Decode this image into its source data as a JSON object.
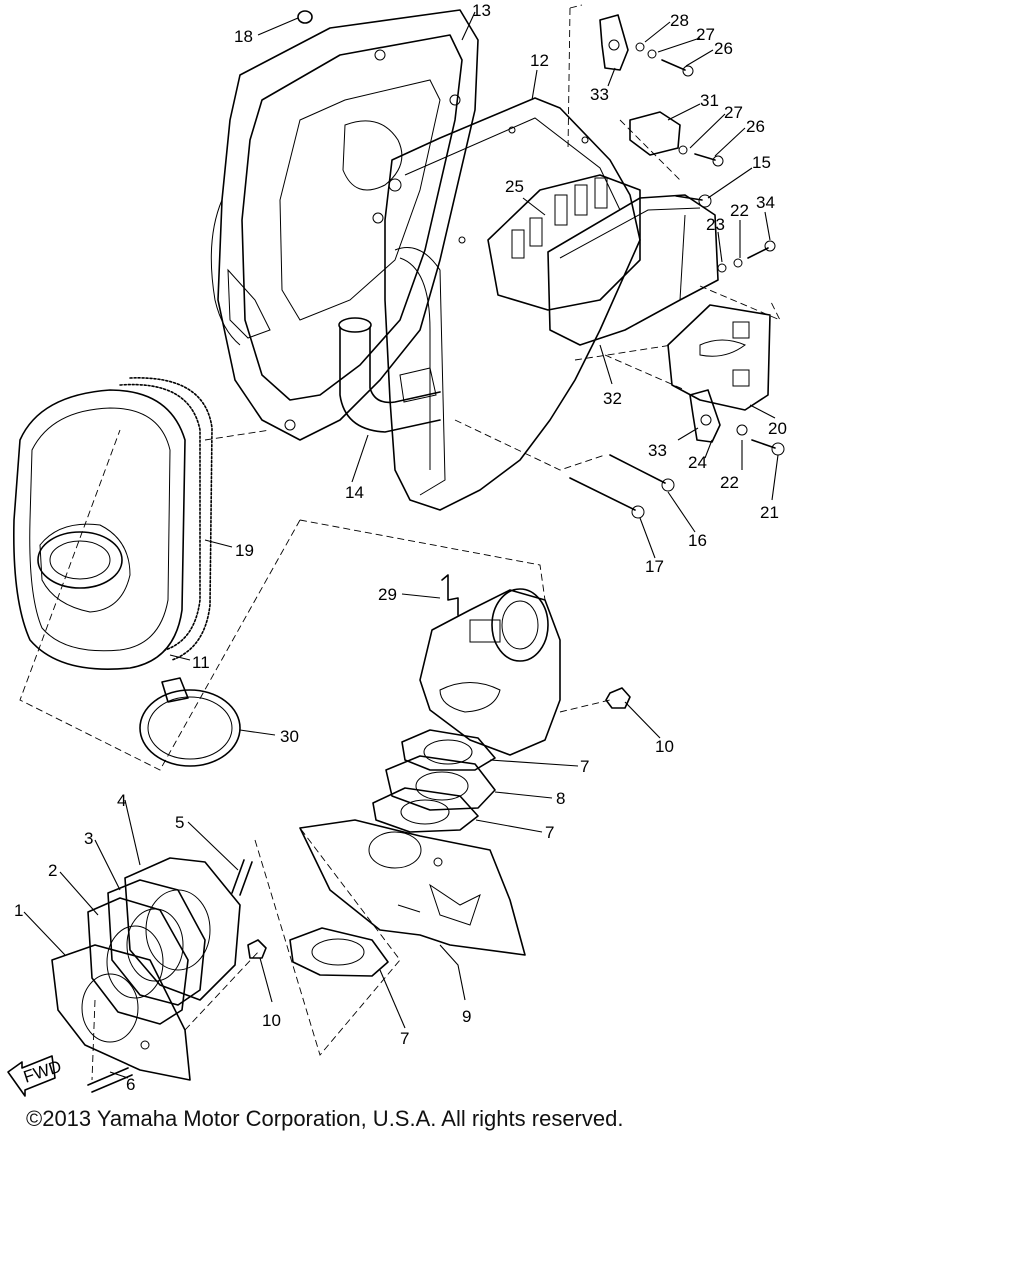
{
  "diagram": {
    "fwd_label": "FWD",
    "labels": [
      {
        "id": "l18",
        "text": "18"
      },
      {
        "id": "l13",
        "text": "13"
      },
      {
        "id": "l12",
        "text": "12"
      },
      {
        "id": "l28",
        "text": "28"
      },
      {
        "id": "l27a",
        "text": "27"
      },
      {
        "id": "l26a",
        "text": "26"
      },
      {
        "id": "l33a",
        "text": "33"
      },
      {
        "id": "l31",
        "text": "31"
      },
      {
        "id": "l27b",
        "text": "27"
      },
      {
        "id": "l26b",
        "text": "26"
      },
      {
        "id": "l15",
        "text": "15"
      },
      {
        "id": "l25",
        "text": "25"
      },
      {
        "id": "l34",
        "text": "34"
      },
      {
        "id": "l22a",
        "text": "22"
      },
      {
        "id": "l23",
        "text": "23"
      },
      {
        "id": "l32",
        "text": "32"
      },
      {
        "id": "l20",
        "text": "20"
      },
      {
        "id": "l33b",
        "text": "33"
      },
      {
        "id": "l24",
        "text": "24"
      },
      {
        "id": "l22b",
        "text": "22"
      },
      {
        "id": "l21",
        "text": "21"
      },
      {
        "id": "l14",
        "text": "14"
      },
      {
        "id": "l16",
        "text": "16"
      },
      {
        "id": "l17",
        "text": "17"
      },
      {
        "id": "l19",
        "text": "19"
      },
      {
        "id": "l29",
        "text": "29"
      },
      {
        "id": "l11",
        "text": "11"
      },
      {
        "id": "l30",
        "text": "30"
      },
      {
        "id": "l10a",
        "text": "10"
      },
      {
        "id": "l7a",
        "text": "7"
      },
      {
        "id": "l8",
        "text": "8"
      },
      {
        "id": "l7b",
        "text": "7"
      },
      {
        "id": "l4",
        "text": "4"
      },
      {
        "id": "l5",
        "text": "5"
      },
      {
        "id": "l3",
        "text": "3"
      },
      {
        "id": "l2",
        "text": "2"
      },
      {
        "id": "l1",
        "text": "1"
      },
      {
        "id": "l10b",
        "text": "10"
      },
      {
        "id": "l9",
        "text": "9"
      },
      {
        "id": "l7c",
        "text": "7"
      },
      {
        "id": "l6",
        "text": "6"
      }
    ]
  },
  "footer": {
    "copyright": "©2013 Yamaha Motor Corporation, U.S.A. All rights reserved."
  }
}
